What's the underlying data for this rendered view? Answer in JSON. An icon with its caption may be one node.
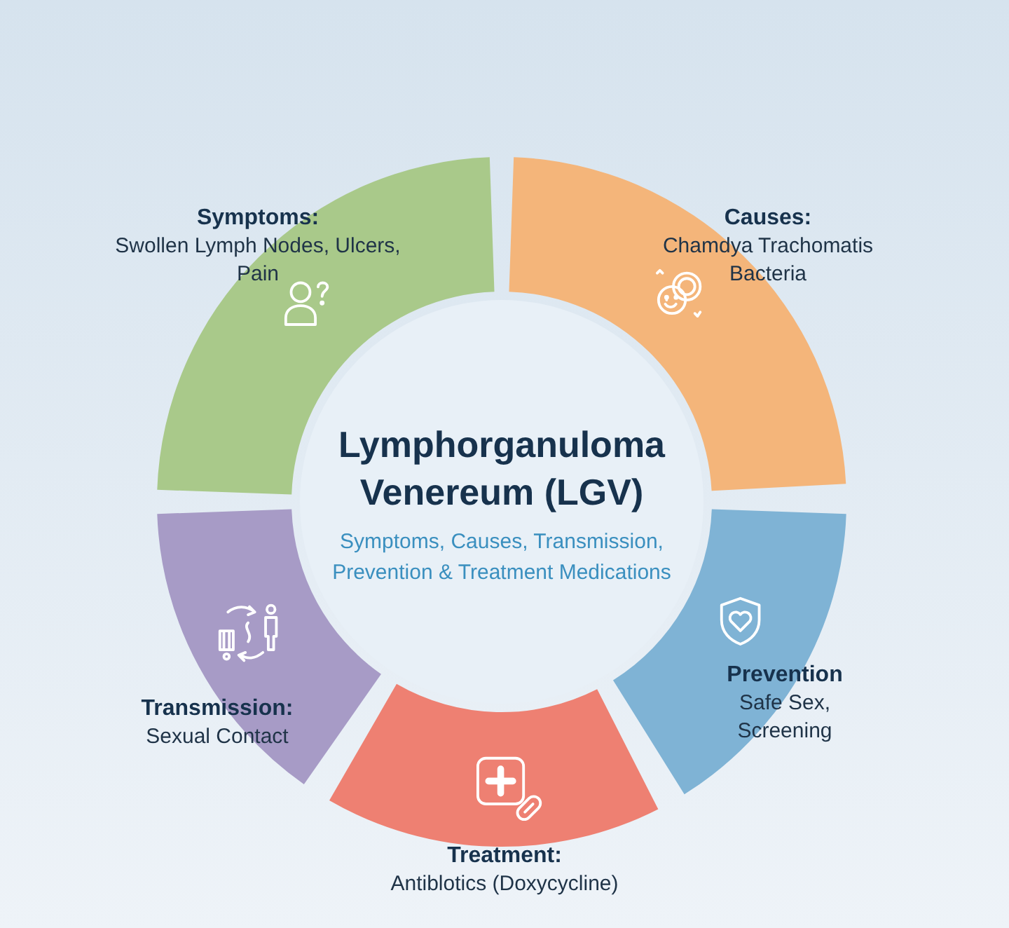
{
  "diagram": {
    "nodes": [
      {
        "text": [
          "Lymphorganuloma Venereum (LGV)",
          "Symptoms, Causes, Transmission, Prevention & Treatment Medications"
        ]
      },
      {
        "text": [
          "Symptoms:",
          "Swollen Lymph Nodes, Ulcers, Pain"
        ]
      },
      {
        "text": [
          "Causes:",
          "Chamdya Trachomatis Bacteria"
        ]
      },
      {
        "text": [
          "Prevention",
          "Safe Sex, Screening"
        ]
      },
      {
        "text": [
          "Treatment:",
          "Antiblotics (Doxycycline)"
        ]
      },
      {
        "text": [
          "Transmission:",
          "Sexual Contact"
        ]
      }
    ],
    "edges": []
  }
}
